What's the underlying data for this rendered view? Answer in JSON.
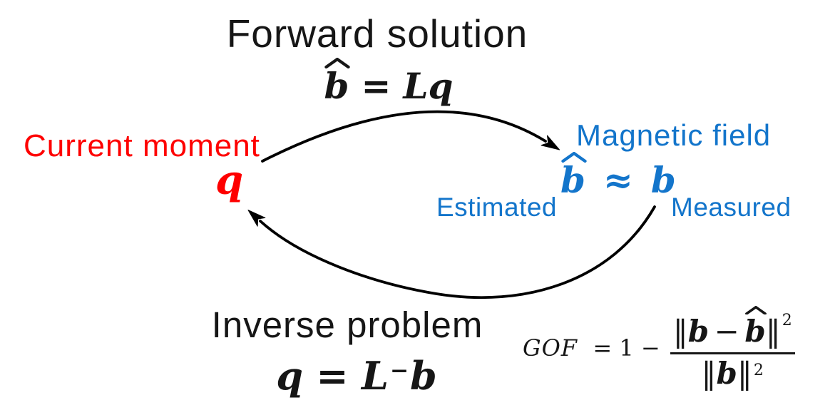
{
  "colors": {
    "ink": "#161616",
    "red": "#fe0000",
    "blue": "#1375cb",
    "arrow": "#000000",
    "background": "#ffffff"
  },
  "titles": {
    "forward": "Forward solution",
    "inverse": "Inverse problem"
  },
  "labels": {
    "current_moment": "Current moment",
    "magnetic_field": "Magnetic field",
    "estimated": "Estimated",
    "measured": "Measured"
  },
  "symbols": {
    "q": "q",
    "b": "b"
  },
  "equations": {
    "forward": {
      "hat_var": "b",
      "equals": "=",
      "rhs": "Lq"
    },
    "approx": {
      "hat_var": "b",
      "approx": "≈",
      "rhs": "b"
    },
    "inverse": {
      "lhs": "q",
      "equals": "=",
      "base": "L",
      "sup": "−",
      "rhs": "b"
    },
    "gof": {
      "lhs": "GOF",
      "mid": "= 1 −",
      "norm": "‖",
      "num_b": "b",
      "num_minus": "−",
      "num_hat_var": "b",
      "num_sup": "2",
      "den_b": "b",
      "den_sup": "2"
    }
  },
  "arrows": {
    "forward": "curved-arrow-left-to-right",
    "inverse": "curved-arrow-right-to-left"
  }
}
